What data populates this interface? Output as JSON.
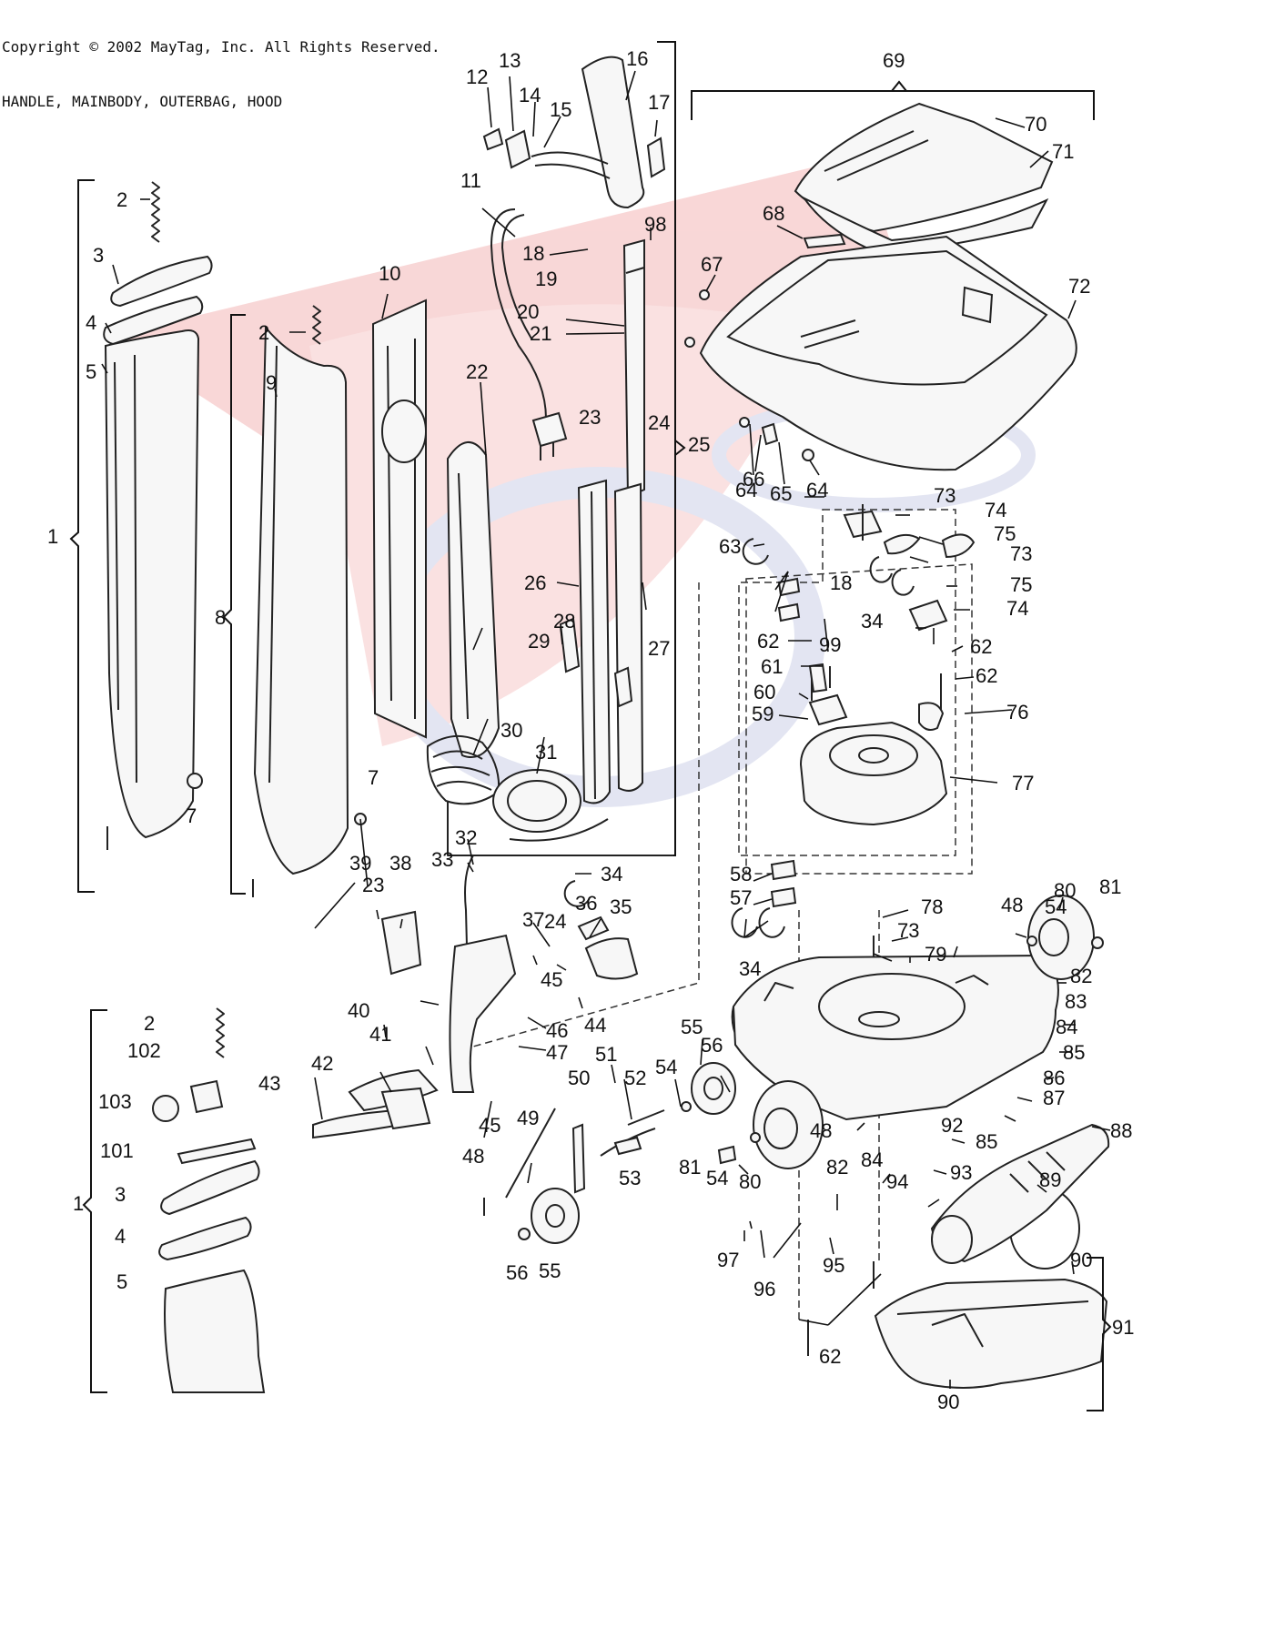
{
  "header": {
    "copyright": "Copyright © 2002 MayTag, Inc. All Rights Reserved.",
    "subtitle": "HANDLE, MAINBODY, OUTERBAG, HOOD"
  },
  "labels": {
    "l1a": "1",
    "l1b": "1",
    "l2a": "2",
    "l2b": "2",
    "l2c": "2",
    "l3a": "3",
    "l3b": "3",
    "l4a": "4",
    "l4b": "4",
    "l5a": "5",
    "l5b": "5",
    "l7a": "7",
    "l7b": "7",
    "l8": "8",
    "l9": "9",
    "l10": "10",
    "l11": "11",
    "l12": "12",
    "l13": "13",
    "l14": "14",
    "l15": "15",
    "l16": "16",
    "l17": "17",
    "l18a": "18",
    "l18b": "18",
    "l19": "19",
    "l20": "20",
    "l21": "21",
    "l22": "22",
    "l23a": "23",
    "l23b": "23",
    "l24a": "24",
    "l24b": "24",
    "l25": "25",
    "l26": "26",
    "l27": "27",
    "l28": "28",
    "l29": "29",
    "l30": "30",
    "l31": "31",
    "l32": "32",
    "l33": "33",
    "l34a": "34",
    "l34b": "34",
    "l34c": "34",
    "l35": "35",
    "l36": "36",
    "l37": "37",
    "l38": "38",
    "l39": "39",
    "l40": "40",
    "l41": "41",
    "l42": "42",
    "l43": "43",
    "l44": "44",
    "l45a": "45",
    "l45b": "45",
    "l46": "46",
    "l47": "47",
    "l48a": "48",
    "l48b": "48",
    "l48c": "48",
    "l49": "49",
    "l50": "50",
    "l51": "51",
    "l52": "52",
    "l53": "53",
    "l54a": "54",
    "l54b": "54",
    "l54c": "54",
    "l55a": "55",
    "l55b": "55",
    "l56a": "56",
    "l56b": "56",
    "l57": "57",
    "l58": "58",
    "l59": "59",
    "l60": "60",
    "l61": "61",
    "l62a": "62",
    "l62b": "62",
    "l62c": "62",
    "l62d": "62",
    "l63": "63",
    "l64a": "64",
    "l64b": "64",
    "l65": "65",
    "l66": "66",
    "l67": "67",
    "l68": "68",
    "l69": "69",
    "l70": "70",
    "l71": "71",
    "l72": "72",
    "l73a": "73",
    "l73b": "73",
    "l73c": "73",
    "l74a": "74",
    "l74b": "74",
    "l75a": "75",
    "l75b": "75",
    "l76": "76",
    "l77": "77",
    "l78": "78",
    "l79": "79",
    "l80a": "80",
    "l80b": "80",
    "l81a": "81",
    "l81b": "81",
    "l82a": "82",
    "l82b": "82",
    "l83": "83",
    "l84a": "84",
    "l84b": "84",
    "l85a": "85",
    "l85b": "85",
    "l86": "86",
    "l87": "87",
    "l88": "88",
    "l89": "89",
    "l90a": "90",
    "l90b": "90",
    "l91": "91",
    "l92": "92",
    "l93": "93",
    "l94": "94",
    "l95": "95",
    "l96": "96",
    "l97": "97",
    "l98": "98",
    "l99": "99",
    "l101": "101",
    "l102": "102",
    "l103": "103"
  }
}
